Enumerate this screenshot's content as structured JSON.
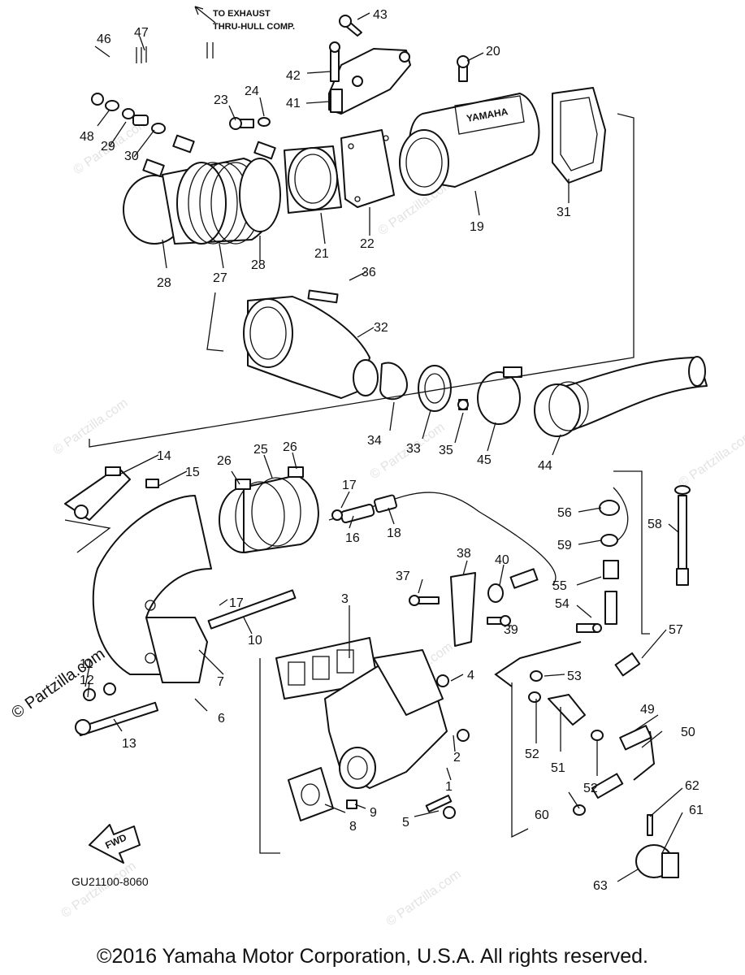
{
  "diagram": {
    "note": {
      "line1": "TO EXHAUST",
      "line2": "THRU-HULL COMP."
    },
    "drawing_code": "GU21100-8060",
    "fwd_label": "FWD",
    "muffler_brand": "YAMAHA",
    "copyright": "©2016  Yamaha Motor Corporation, U.S.A. All rights reserved.",
    "watermark": "© Partzilla.com",
    "parts": [
      "1",
      "2",
      "3",
      "4",
      "5",
      "6",
      "7",
      "8",
      "9",
      "10",
      "11",
      "12",
      "13",
      "14",
      "15",
      "16",
      "17",
      "18",
      "19",
      "20",
      "21",
      "22",
      "23",
      "24",
      "25",
      "26",
      "27",
      "28",
      "29",
      "30",
      "31",
      "32",
      "33",
      "34",
      "35",
      "36",
      "37",
      "38",
      "39",
      "40",
      "41",
      "42",
      "43",
      "44",
      "45",
      "46",
      "47",
      "48",
      "49",
      "50",
      "51",
      "52",
      "53",
      "54",
      "55",
      "56",
      "57",
      "58",
      "59",
      "60",
      "61",
      "62",
      "63"
    ]
  },
  "colors": {
    "line": "#111111",
    "background": "#ffffff",
    "watermark": "#e3e3e3"
  }
}
